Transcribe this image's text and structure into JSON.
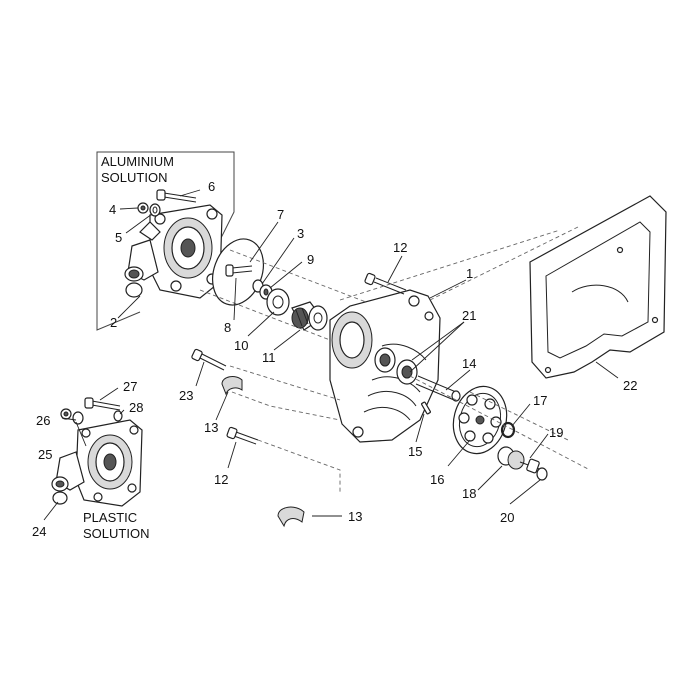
{
  "captions": {
    "aluminium_line1": "ALUMINIUM",
    "aluminium_line2": "SOLUTION",
    "plastic_line1": "PLASTIC",
    "plastic_line2": "SOLUTION"
  },
  "callouts": [
    {
      "id": "c1",
      "text": "1"
    },
    {
      "id": "c2",
      "text": "2"
    },
    {
      "id": "c3",
      "text": "3"
    },
    {
      "id": "c4",
      "text": "4"
    },
    {
      "id": "c5",
      "text": "5"
    },
    {
      "id": "c6",
      "text": "6"
    },
    {
      "id": "c7",
      "text": "7"
    },
    {
      "id": "c8",
      "text": "8"
    },
    {
      "id": "c9",
      "text": "9"
    },
    {
      "id": "c10",
      "text": "10"
    },
    {
      "id": "c11",
      "text": "11"
    },
    {
      "id": "c12a",
      "text": "12"
    },
    {
      "id": "c12b",
      "text": "12"
    },
    {
      "id": "c13a",
      "text": "13"
    },
    {
      "id": "c13b",
      "text": "13"
    },
    {
      "id": "c14",
      "text": "14"
    },
    {
      "id": "c15",
      "text": "15"
    },
    {
      "id": "c16",
      "text": "16"
    },
    {
      "id": "c17",
      "text": "17"
    },
    {
      "id": "c18",
      "text": "18"
    },
    {
      "id": "c19",
      "text": "19"
    },
    {
      "id": "c20",
      "text": "20"
    },
    {
      "id": "c21",
      "text": "21"
    },
    {
      "id": "c22",
      "text": "22"
    },
    {
      "id": "c23",
      "text": "23"
    },
    {
      "id": "c24",
      "text": "24"
    },
    {
      "id": "c25",
      "text": "25"
    },
    {
      "id": "c26",
      "text": "26"
    },
    {
      "id": "c27",
      "text": "27"
    },
    {
      "id": "c28",
      "text": "28"
    }
  ]
}
